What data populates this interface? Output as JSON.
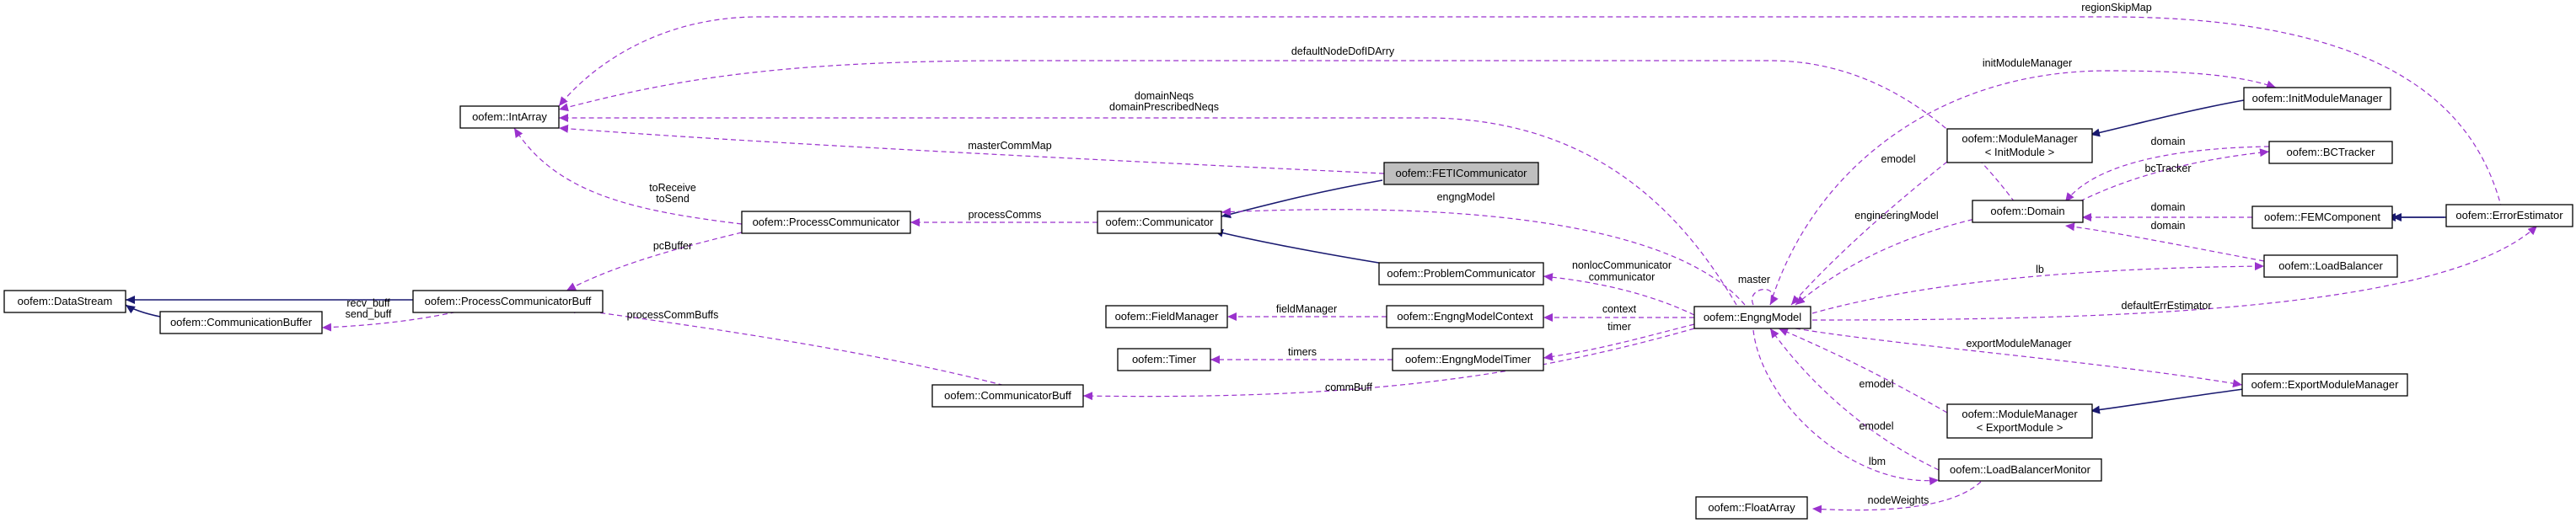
{
  "nodes": {
    "intarray": "oofem::IntArray",
    "datastream": "oofem::DataStream",
    "processcommunicator": "oofem::ProcessCommunicator",
    "processcommunicatorbuff": "oofem::ProcessCommunicatorBuff",
    "communicationbuffer": "oofem::CommunicationBuffer",
    "feticommunicator": "oofem::FETICommunicator",
    "communicator": "oofem::Communicator",
    "problemcommunicator": "oofem::ProblemCommunicator",
    "fieldmanager": "oofem::FieldManager",
    "engngmodelcontext": "oofem::EngngModelContext",
    "timer": "oofem::Timer",
    "engngmodeltimer": "oofem::EngngModelTimer",
    "communicatorbuff": "oofem::CommunicatorBuff",
    "engngmodel": "oofem::EngngModel",
    "modulemanager_init_l1": "oofem::ModuleManager",
    "modulemanager_init_l2": "< InitModule >",
    "initmodulemanager": "oofem::InitModuleManager",
    "domain": "oofem::Domain",
    "bctracker": "oofem::BCTracker",
    "femcomponent": "oofem::FEMComponent",
    "errorestimator": "oofem::ErrorEstimator",
    "loadbalancer": "oofem::LoadBalancer",
    "exportmodulemanager": "oofem::ExportModuleManager",
    "modulemanager_export_l1": "oofem::ModuleManager",
    "modulemanager_export_l2": "< ExportModule >",
    "loadbalancermonitor": "oofem::LoadBalancerMonitor",
    "floatarray": "oofem::FloatArray"
  },
  "edge_labels": {
    "regionSkipMap": "regionSkipMap",
    "defaultNodeDofIDArry": "defaultNodeDofIDArry",
    "domainNeqs": "domainNeqs",
    "domainPrescribedNeqs": "domainPrescribedNeqs",
    "masterCommMap": "masterCommMap",
    "toReceive": "toReceive",
    "toSend": "toSend",
    "processComms": "processComms",
    "pcBuffer": "pcBuffer",
    "recv_buff": "recv_buff",
    "send_buff": "send_buff",
    "processCommBuffs": "processCommBuffs",
    "engngModel": "engngModel",
    "nonlocCommunicator": "nonlocCommunicator",
    "communicator": "communicator",
    "fieldManager": "fieldManager",
    "context": "context",
    "timers": "timers",
    "timer": "timer",
    "commBuff": "commBuff",
    "master": "master",
    "initModuleManager": "initModuleManager",
    "emodel_init": "emodel",
    "engineeringModel": "engineeringModel",
    "domain_bc": "domain",
    "bcTracker": "bcTracker",
    "domain_fem": "domain",
    "domain_lb": "domain",
    "lb": "lb",
    "defaultErrEstimator": "defaultErrEstimator",
    "exportModuleManager": "exportModuleManager",
    "emodel_export": "emodel",
    "emodel_lbm": "emodel",
    "lbm": "lbm",
    "nodeWeights": "nodeWeights"
  },
  "colors": {
    "inheritance": "#191970",
    "usage": "#9a32cd",
    "highlight_fill": "#bfbfbf"
  }
}
